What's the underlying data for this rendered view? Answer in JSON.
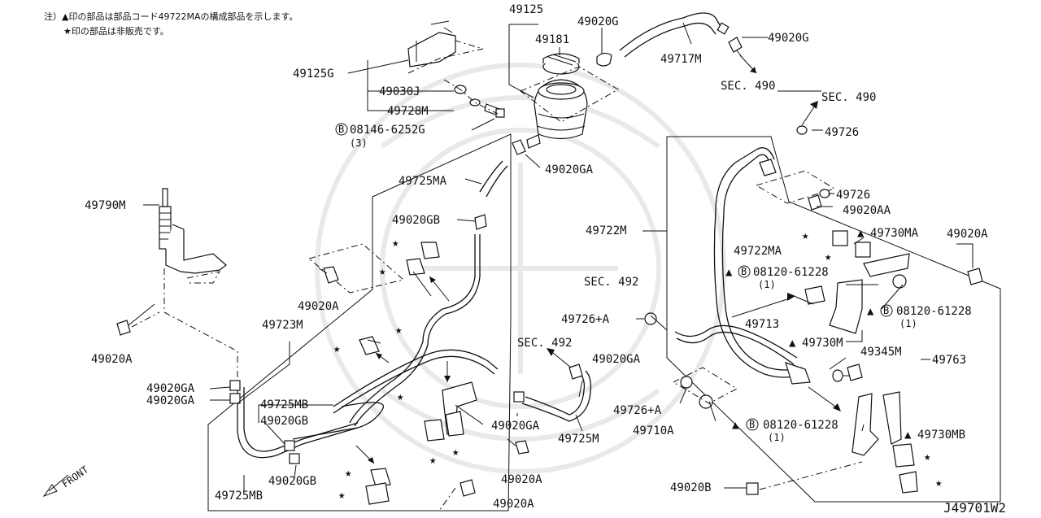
{
  "notes": {
    "line1": "注）▲印の部品は部品コード49722MAの構成部品を示します。",
    "line2": "★印の部品は非販売です。"
  },
  "diagram_code": "J49701W2",
  "labels": {
    "p49125": "49125",
    "p49181": "49181",
    "p49020G_top": "49020G",
    "p49020G_right": "49020G",
    "p49717M": "49717M",
    "sec490_a": "SEC. 490",
    "sec490_b": "SEC. 490",
    "p49125G": "49125G",
    "p49030J": "49030J",
    "p49728M": "49728M",
    "b08146": "08146-6252G",
    "b08146_qty": "(3)",
    "p49020GA_res": "49020GA",
    "p49725MA": "49725MA",
    "p49790M": "49790M",
    "p49020GB_top": "49020GB",
    "p49020A_upper": "49020A",
    "p49020A_left": "49020A",
    "p49723M": "49723M",
    "p49020GA_l1": "49020GA",
    "p49020GA_l2": "49020GA",
    "p49725MB_top": "49725MB",
    "p49020GB_mid": "49020GB",
    "p49020GB_low": "49020GB",
    "p49725MB_bot": "49725MB",
    "front": "FRONT",
    "p49726_a": "49726",
    "p49726_b": "49726",
    "p49020AA": "49020AA",
    "p49722M": "49722M",
    "p49722MA": "49722MA",
    "p49730MA": "49730MA",
    "p49020A_right": "49020A",
    "b08120_1": "08120-61228",
    "b08120_1_qty": "(1)",
    "b08120_2": "08120-61228",
    "b08120_2_qty": "(1)",
    "b08120_3": "08120-61228",
    "b08120_3_qty": "(1)",
    "sec492_a": "SEC. 492",
    "sec492_b": "SEC. 492",
    "p49726A_a": "49726+A",
    "p49726A_b": "49726+A",
    "p49713": "49713",
    "p49730M": "49730M",
    "p49345M": "49345M",
    "p49763": "49763",
    "p49020GA_mid": "49020GA",
    "p49020GA_bot": "49020GA",
    "p49725M": "49725M",
    "p49710A": "49710A",
    "p49730MB": "49730MB",
    "p49020A_mid": "49020A",
    "p49020A_bot": "49020A",
    "p49020B": "49020B",
    "circle_b": "B",
    "triangle": "▲",
    "star": "★"
  }
}
